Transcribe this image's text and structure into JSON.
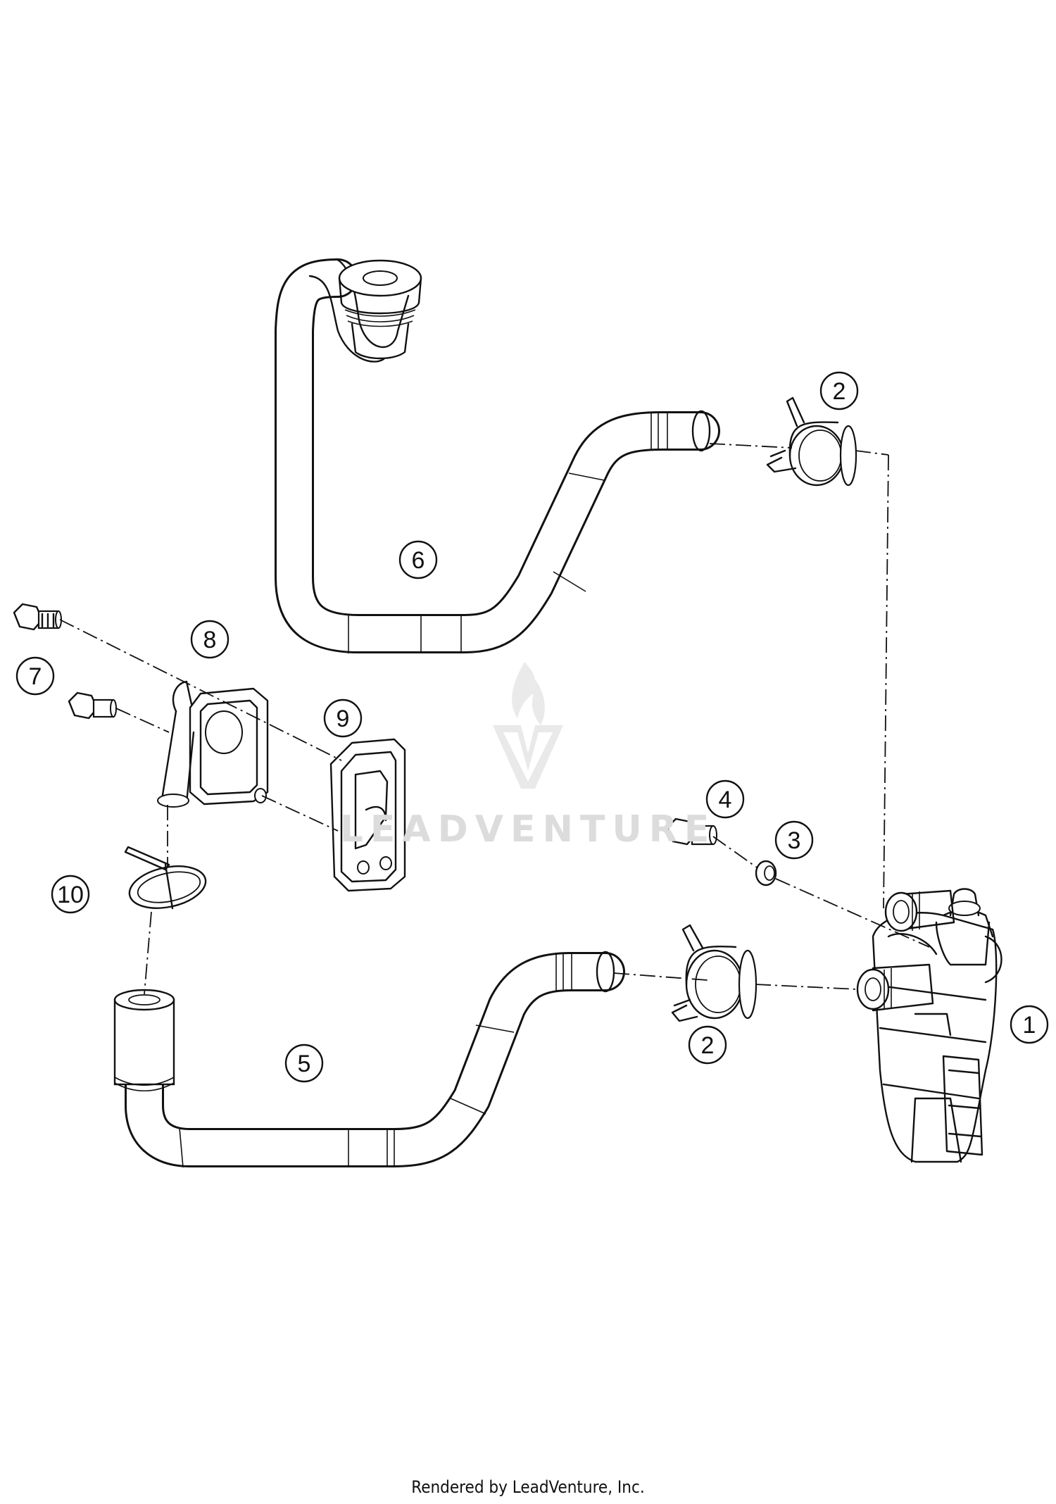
{
  "callouts": [
    {
      "id": "c1",
      "label": "1"
    },
    {
      "id": "c2a",
      "label": "2"
    },
    {
      "id": "c2b",
      "label": "2"
    },
    {
      "id": "c3",
      "label": "3"
    },
    {
      "id": "c4",
      "label": "4"
    },
    {
      "id": "c5",
      "label": "5"
    },
    {
      "id": "c6",
      "label": "6"
    },
    {
      "id": "c7",
      "label": "7"
    },
    {
      "id": "c8",
      "label": "8"
    },
    {
      "id": "c9",
      "label": "9"
    },
    {
      "id": "c10",
      "label": "10"
    }
  ],
  "watermark": {
    "text": "LEADVENTURE",
    "color": "#dcdcdc"
  },
  "footer": {
    "text": "Rendered by LeadVenture, Inc."
  }
}
